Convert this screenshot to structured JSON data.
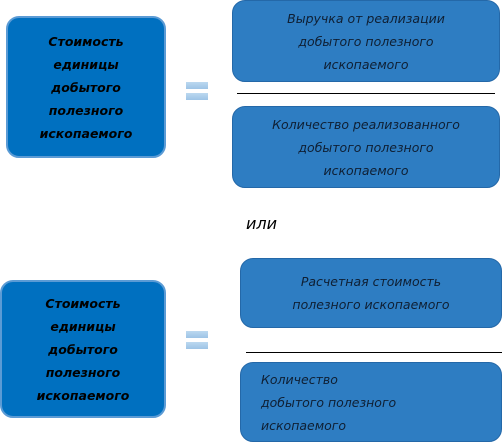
{
  "formula1": {
    "left": "Стоимость\nединицы\nдобытого\nполезного\nископаемого",
    "numerator": "Выручка от реализации\nдобытого полезного\nископаемого",
    "denominator": "Количество реализованного\nдобытого полезного\nископаемого"
  },
  "separator": "или",
  "formula2": {
    "left": "Стоимость\nединицы\nдобытого\nполезного\nископаемого",
    "numerator": "Расчетная стоимость\nполезного ископаемого",
    "denominator": "Количество\n   добытого полезного\n   ископаемого"
  },
  "colors": {
    "box_dark": "#0070c0",
    "box_mid": "#2e7dc2",
    "equals_sign": "#9dc3e6"
  }
}
